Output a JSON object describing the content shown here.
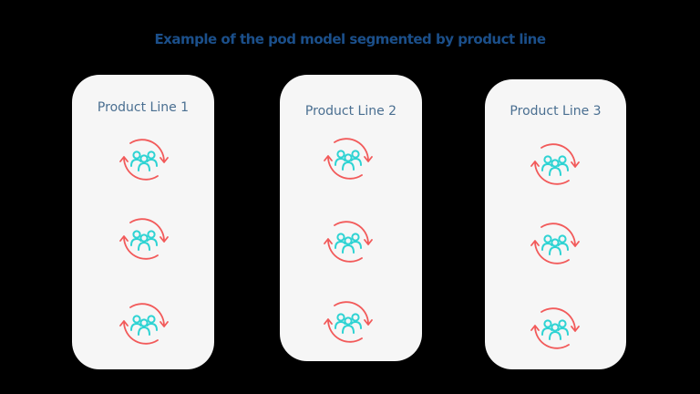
{
  "title": "Example of the pod model segmented by product line",
  "colors": {
    "background": "#000000",
    "card": "#f6f6f6",
    "title": "#1b4f8a",
    "label": "#4a6f91",
    "arrow": "#f25a5a",
    "people": "#2ed3d3"
  },
  "product_lines": [
    {
      "label": "Product Line 1",
      "pods": [
        {
          "icon": "team-cycle-icon"
        },
        {
          "icon": "team-cycle-icon"
        },
        {
          "icon": "team-cycle-icon"
        }
      ]
    },
    {
      "label": "Product Line 2",
      "pods": [
        {
          "icon": "team-cycle-icon"
        },
        {
          "icon": "team-cycle-icon"
        },
        {
          "icon": "team-cycle-icon"
        }
      ]
    },
    {
      "label": "Product Line 3",
      "pods": [
        {
          "icon": "team-cycle-icon"
        },
        {
          "icon": "team-cycle-icon"
        },
        {
          "icon": "team-cycle-icon"
        }
      ]
    }
  ]
}
